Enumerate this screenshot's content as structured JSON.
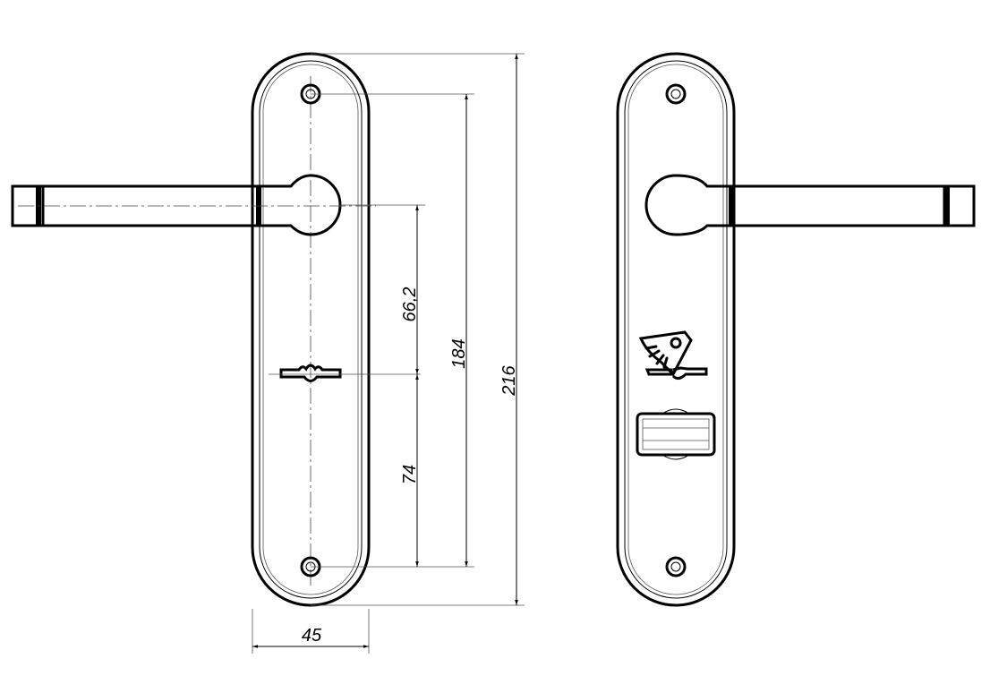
{
  "dimensions": {
    "plate_width": "45",
    "screw_spacing": "184",
    "overall_height": "216",
    "handle_to_keyhole": "66,2",
    "keyhole_to_screw": "74"
  },
  "colors": {
    "line": "#000000",
    "background": "#ffffff"
  }
}
